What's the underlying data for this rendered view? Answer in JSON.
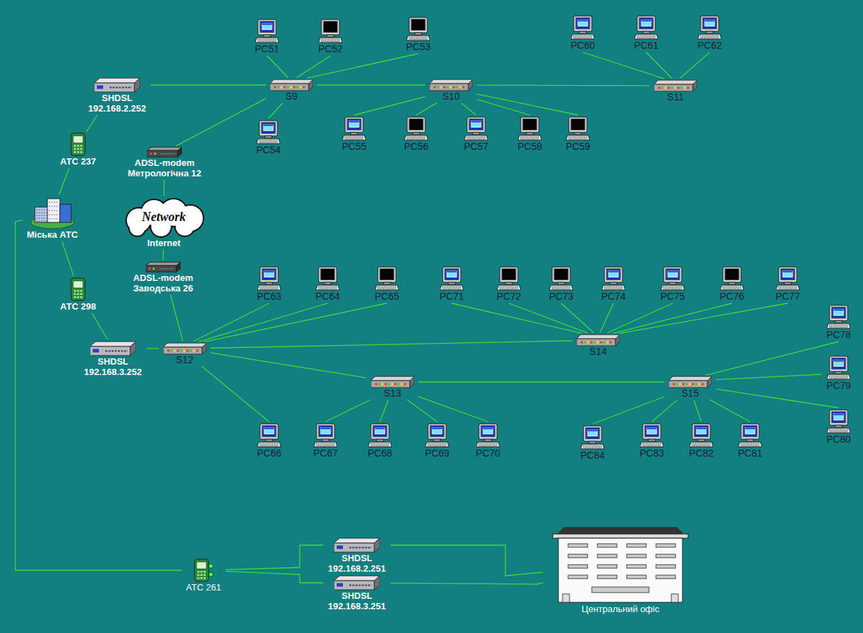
{
  "diagram": {
    "nodes": [
      {
        "text": [
          "SHDSL",
          "192.168.2.252"
        ]
      },
      {
        "text": [
          "PC51"
        ]
      },
      {
        "text": [
          "PC52"
        ]
      },
      {
        "text": [
          "PC53"
        ]
      },
      {
        "text": [
          "S9"
        ]
      },
      {
        "text": [
          "S10"
        ]
      },
      {
        "text": [
          "PC60"
        ]
      },
      {
        "text": [
          "PC61"
        ]
      },
      {
        "text": [
          "PC62"
        ]
      },
      {
        "text": [
          "S11"
        ]
      },
      {
        "text": [
          "АТС 237"
        ]
      },
      {
        "text": [
          "PC54"
        ]
      },
      {
        "text": [
          "PC55"
        ]
      },
      {
        "text": [
          "PC56"
        ]
      },
      {
        "text": [
          "PC57"
        ]
      },
      {
        "text": [
          "PC58"
        ]
      },
      {
        "text": [
          "PC59"
        ]
      },
      {
        "text": [
          "ADSL-modem",
          "Метрологічна 12"
        ]
      },
      {
        "text": [
          "Network",
          "Internet"
        ]
      },
      {
        "text": [
          "Міська АТС"
        ]
      },
      {
        "text": [
          "ADSL-modem",
          "Заводська 26"
        ]
      },
      {
        "text": [
          "PC63"
        ]
      },
      {
        "text": [
          "PC64"
        ]
      },
      {
        "text": [
          "PC65"
        ]
      },
      {
        "text": [
          "PC71"
        ]
      },
      {
        "text": [
          "PC72"
        ]
      },
      {
        "text": [
          "PC73"
        ]
      },
      {
        "text": [
          "PC74"
        ]
      },
      {
        "text": [
          "PC75"
        ]
      },
      {
        "text": [
          "PC76"
        ]
      },
      {
        "text": [
          "PC77"
        ]
      },
      {
        "text": [
          "АТС 298"
        ]
      },
      {
        "text": [
          "PC78"
        ]
      },
      {
        "text": [
          "S14"
        ]
      },
      {
        "text": [
          "SHDSL",
          "192.168.3.252"
        ]
      },
      {
        "text": [
          "S12"
        ]
      },
      {
        "text": [
          "PC79"
        ]
      },
      {
        "text": [
          "S13"
        ]
      },
      {
        "text": [
          "S15"
        ]
      },
      {
        "text": [
          "PC80"
        ]
      },
      {
        "text": [
          "PC66"
        ]
      },
      {
        "text": [
          "PC67"
        ]
      },
      {
        "text": [
          "PC68"
        ]
      },
      {
        "text": [
          "PC69"
        ]
      },
      {
        "text": [
          "PC70"
        ]
      },
      {
        "text": [
          "PC84"
        ]
      },
      {
        "text": [
          "PC83"
        ]
      },
      {
        "text": [
          "PC82"
        ]
      },
      {
        "text": [
          "PC81"
        ]
      },
      {
        "text": [
          "SHDSL",
          "192.168.2.251"
        ]
      },
      {
        "text": [
          "АТС 261"
        ]
      },
      {
        "text": [
          "SHDSL",
          "192.168.3.251"
        ]
      },
      {
        "text": [
          "Центральний офіс"
        ]
      }
    ],
    "edges": [
      {
        "from": 0,
        "to": 4,
        "arrow": "none"
      },
      {
        "from": 4,
        "to": 1,
        "arrow": "none"
      },
      {
        "from": 4,
        "to": 2,
        "arrow": "none"
      },
      {
        "from": 4,
        "to": 3,
        "arrow": "none"
      },
      {
        "from": 4,
        "to": 11,
        "arrow": "none"
      },
      {
        "from": 4,
        "to": 5,
        "arrow": "none"
      },
      {
        "from": 4,
        "to": 17,
        "arrow": "none"
      },
      {
        "from": 5,
        "to": 12,
        "arrow": "none"
      },
      {
        "from": 5,
        "to": 13,
        "arrow": "none"
      },
      {
        "from": 5,
        "to": 14,
        "arrow": "none"
      },
      {
        "from": 5,
        "to": 15,
        "arrow": "none"
      },
      {
        "from": 5,
        "to": 16,
        "arrow": "none"
      },
      {
        "from": 5,
        "to": 9,
        "arrow": "none"
      },
      {
        "from": 9,
        "to": 6,
        "arrow": "none"
      },
      {
        "from": 9,
        "to": 7,
        "arrow": "none"
      },
      {
        "from": 9,
        "to": 8,
        "arrow": "none"
      },
      {
        "from": 10,
        "to": 0,
        "arrow": "none"
      },
      {
        "from": 19,
        "to": 10,
        "arrow": "none"
      },
      {
        "from": 17,
        "to": 18,
        "arrow": "none"
      },
      {
        "from": 18,
        "to": 20,
        "arrow": "none"
      },
      {
        "from": 19,
        "to": 31,
        "arrow": "none"
      },
      {
        "from": 31,
        "to": 34,
        "arrow": "none"
      },
      {
        "from": 34,
        "to": 35,
        "arrow": "none"
      },
      {
        "from": 20,
        "to": 35,
        "arrow": "none"
      },
      {
        "from": 35,
        "to": 21,
        "arrow": "none"
      },
      {
        "from": 35,
        "to": 22,
        "arrow": "none"
      },
      {
        "from": 35,
        "to": 23,
        "arrow": "none"
      },
      {
        "from": 35,
        "to": 33,
        "arrow": "none"
      },
      {
        "from": 35,
        "to": 37,
        "arrow": "none"
      },
      {
        "from": 35,
        "to": 40,
        "arrow": "none"
      },
      {
        "from": 33,
        "to": 24,
        "arrow": "none"
      },
      {
        "from": 33,
        "to": 25,
        "arrow": "none"
      },
      {
        "from": 33,
        "to": 26,
        "arrow": "none"
      },
      {
        "from": 33,
        "to": 27,
        "arrow": "none"
      },
      {
        "from": 33,
        "to": 28,
        "arrow": "none"
      },
      {
        "from": 33,
        "to": 29,
        "arrow": "none"
      },
      {
        "from": 33,
        "to": 30,
        "arrow": "none"
      },
      {
        "from": 37,
        "to": 41,
        "arrow": "none"
      },
      {
        "from": 37,
        "to": 42,
        "arrow": "none"
      },
      {
        "from": 37,
        "to": 43,
        "arrow": "none"
      },
      {
        "from": 37,
        "to": 44,
        "arrow": "none"
      },
      {
        "from": 37,
        "to": 38,
        "arrow": "none"
      },
      {
        "from": 38,
        "to": 32,
        "arrow": "none"
      },
      {
        "from": 38,
        "to": 36,
        "arrow": "none"
      },
      {
        "from": 38,
        "to": 39,
        "arrow": "none"
      },
      {
        "from": 38,
        "to": 45,
        "arrow": "none"
      },
      {
        "from": 38,
        "to": 46,
        "arrow": "none"
      },
      {
        "from": 38,
        "to": 47,
        "arrow": "none"
      },
      {
        "from": 38,
        "to": 48,
        "arrow": "none"
      },
      {
        "from": 19,
        "to": 50,
        "arrow": "none"
      },
      {
        "from": 50,
        "to": 49,
        "arrow": "none"
      },
      {
        "from": 50,
        "to": 51,
        "arrow": "none"
      },
      {
        "from": 49,
        "to": 52,
        "arrow": "none"
      },
      {
        "from": 51,
        "to": 52,
        "arrow": "none"
      }
    ]
  }
}
